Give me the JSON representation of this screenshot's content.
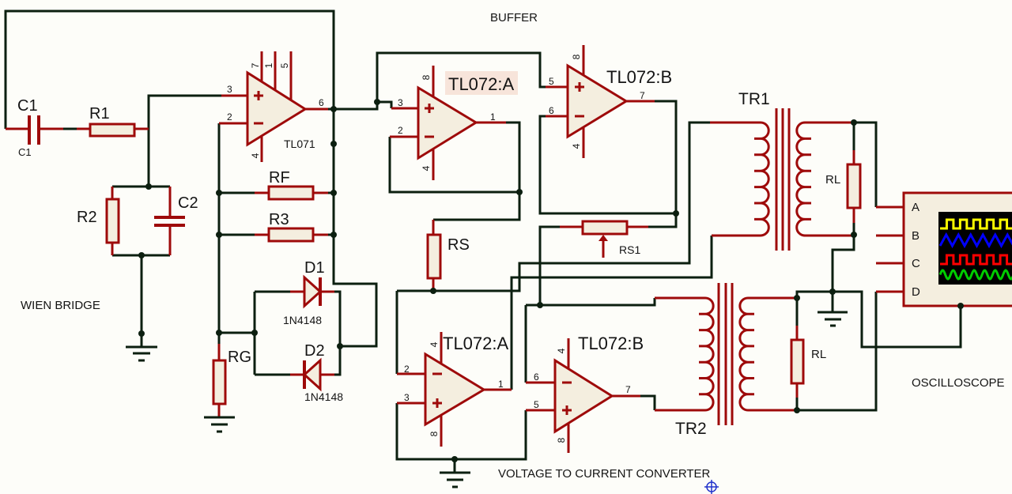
{
  "sections": {
    "wien_bridge": "WIEN BRIDGE",
    "buffer": "BUFFER",
    "voltage_to_current": "VOLTAGE TO CURRENT CONVERTER",
    "oscilloscope": "OSCILLOSCOPE"
  },
  "components": {
    "c1": {
      "ref": "C1",
      "value": "C1"
    },
    "r1": {
      "ref": "R1"
    },
    "r2": {
      "ref": "R2"
    },
    "c2": {
      "ref": "C2"
    },
    "rf": {
      "ref": "RF"
    },
    "r3": {
      "ref": "R3"
    },
    "rg": {
      "ref": "RG"
    },
    "d1": {
      "ref": "D1",
      "part": "1N4148"
    },
    "d2": {
      "ref": "D2",
      "part": "1N4148"
    },
    "u1": {
      "part": "TL071",
      "pins": {
        "non_inverting": "3",
        "inverting": "2",
        "output": "6",
        "v_minus": "4",
        "pin7": "7",
        "pin1": "1",
        "pin5": "5"
      }
    },
    "buffer_a": {
      "label": "TL072:A",
      "highlighted": true,
      "pins": {
        "non_inverting": "3",
        "inverting": "2",
        "output": "1",
        "v_plus": "8",
        "v_minus": "4"
      }
    },
    "buffer_b": {
      "label": "TL072:B",
      "pins": {
        "non_inverting": "5",
        "inverting": "6",
        "output": "7",
        "v_plus": "8",
        "v_minus": "4"
      }
    },
    "rs": {
      "ref": "RS"
    },
    "rs1": {
      "ref": "RS1"
    },
    "tr1": {
      "ref": "TR1"
    },
    "rl1": {
      "ref": "RL"
    },
    "converter_a": {
      "label": "TL072:A",
      "pins": {
        "inverting": "2",
        "non_inverting": "3",
        "output": "1",
        "v_minus": "4",
        "v_plus": "8"
      }
    },
    "converter_b": {
      "label": "TL072:B",
      "pins": {
        "inverting": "6",
        "non_inverting": "5",
        "output": "7",
        "v_minus": "4",
        "v_plus": "8"
      }
    },
    "tr2": {
      "ref": "TR2"
    },
    "rl2": {
      "ref": "RL"
    }
  },
  "oscilloscope": {
    "channels": [
      {
        "label": "A",
        "color": "#ffff00",
        "waveform": "square",
        "cycles_visible": 5.5
      },
      {
        "label": "B",
        "color": "#0000ff",
        "waveform": "triangle",
        "cycles_visible": 6
      },
      {
        "label": "C",
        "color": "#ff0000",
        "waveform": "square",
        "cycles_visible": 5.5
      },
      {
        "label": "D",
        "color": "#00cc00",
        "waveform": "sine",
        "cycles_visible": 7
      }
    ]
  },
  "colors": {
    "wire": "#0c1f10",
    "pin": "#9e0a0a",
    "component_fill": "#f4eedf",
    "background": "#fdfdf9",
    "label_highlight": "#f7e4da",
    "cursor": "#2233cc",
    "scope_screen": "#000000"
  }
}
